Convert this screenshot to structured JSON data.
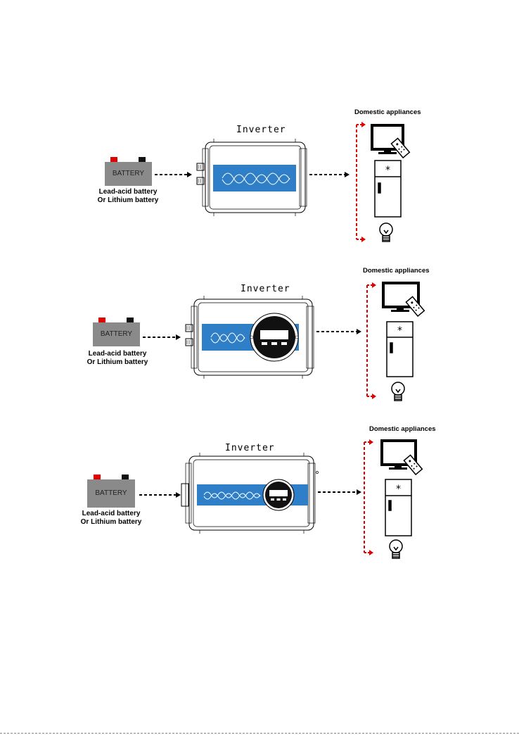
{
  "panels": [
    {
      "inverter_label": "Inverter",
      "battery_text": "BATTERY",
      "battery_caption_line1": "Lead-acid battery",
      "battery_caption_line2": "Or Lithium battery",
      "appliances_label": "Domestic appliances",
      "display": false
    },
    {
      "inverter_label": "Inverter",
      "battery_text": "BATTERY",
      "battery_caption_line1": "Lead-acid battery",
      "battery_caption_line2": "Or Lithium battery",
      "appliances_label": "Domestic appliances",
      "display": true
    },
    {
      "inverter_label": "Inverter",
      "battery_text": "BATTERY",
      "battery_caption_line1": "Lead-acid battery",
      "battery_caption_line2": "Or Lithium battery",
      "appliances_label": "Domestic appliances",
      "display": true
    }
  ],
  "colors": {
    "battery_body": "#8a8a8a",
    "terminal_positive": "#e00000",
    "terminal_negative": "#111111",
    "inverter_band": "#2f7fc8",
    "appliance_arrow": "#e00000",
    "flow_arrow": "#000000"
  },
  "icons": [
    "battery-icon",
    "inverter-icon",
    "television-icon",
    "remote-control-icon",
    "refrigerator-icon",
    "light-bulb-icon",
    "sine-wave-icon",
    "lcd-display-icon"
  ]
}
